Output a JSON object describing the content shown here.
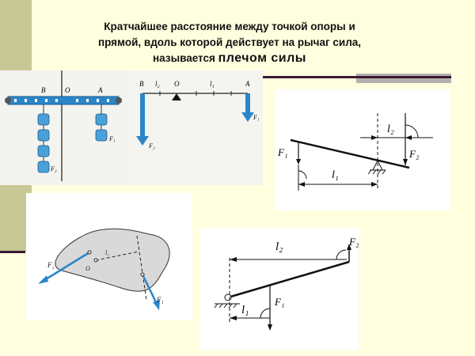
{
  "slide": {
    "title_line1": "Кратчайшее расстояние между точкой опоры и",
    "title_line2": "прямой, вдоль которой действует на рычаг сила,",
    "title_line3_prefix": "называется ",
    "title_line3_emphasis": "плечом силы"
  },
  "colors": {
    "background": "#ffffdf",
    "side_bar": "#c8c796",
    "accent_line": "#3a1a34",
    "accent_gray": "#b3b1ae",
    "force_blue": "#2a86c8"
  },
  "figures": {
    "fig1": {
      "labels": {
        "b": "B",
        "o": "O",
        "a": "A",
        "f1": "F₁",
        "f2": "F₂"
      }
    },
    "fig2": {
      "labels": {
        "b": "B",
        "l2": "l₂",
        "o": "O",
        "l1": "l₁",
        "a": "A",
        "f1": "F₁",
        "f2": "F₂"
      }
    },
    "fig3": {
      "labels": {
        "f1": "F₁",
        "f2": "F₂",
        "l1": "l₁",
        "l2": "l₂"
      }
    },
    "fig4": {
      "labels": {
        "f1": "F₁",
        "f2": "F₂",
        "l1": "l₁",
        "o": "O"
      }
    },
    "fig5": {
      "labels": {
        "f1": "F₁",
        "f2": "F₂",
        "l1": "l₁",
        "l2": "l₂"
      }
    }
  }
}
